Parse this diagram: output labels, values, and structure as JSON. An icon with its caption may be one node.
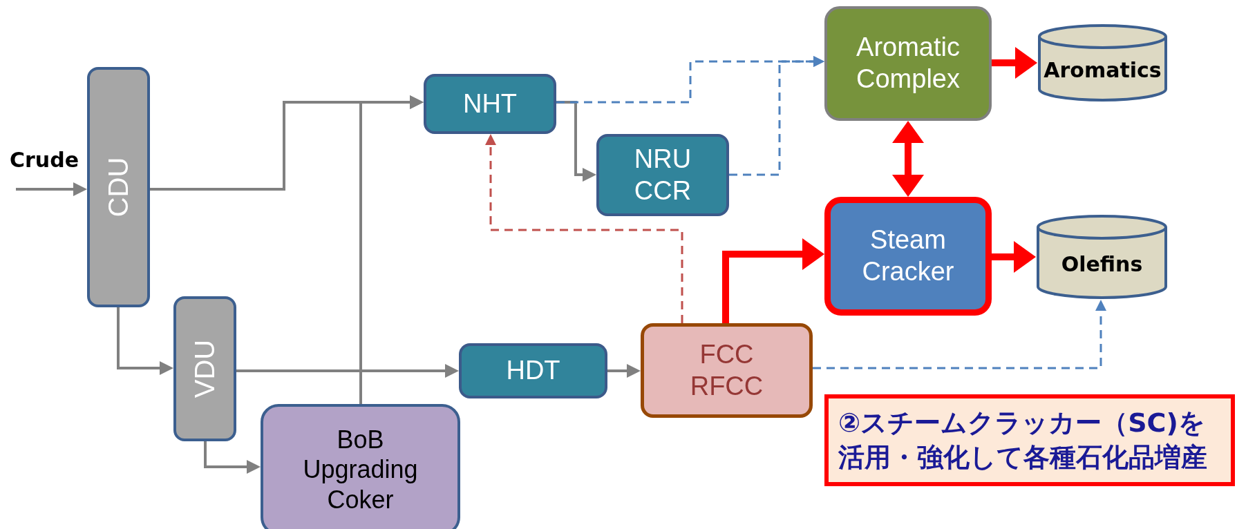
{
  "diagram": {
    "nodes": [
      {
        "text": [
          "CDU"
        ]
      },
      {
        "text": [
          "VDU"
        ]
      },
      {
        "text": [
          "NHT"
        ]
      },
      {
        "text": [
          "NRU CCR"
        ]
      },
      {
        "text": [
          "Aromatic Complex"
        ]
      },
      {
        "text": [
          "Aromatics"
        ]
      },
      {
        "text": [
          "Steam Cracker"
        ]
      },
      {
        "text": [
          "Olefins"
        ]
      },
      {
        "text": [
          "HDT"
        ]
      },
      {
        "text": [
          "FCC RFCC"
        ]
      },
      {
        "text": [
          "BoB Upgrading Coker"
        ]
      },
      {
        "text": [
          "②スチームクラッカー（SC)を活用・強化して各種石化品増産"
        ]
      }
    ],
    "edges": [
      {
        "from": null,
        "to": 0,
        "arrow": "to",
        "label": "Crude"
      },
      {
        "from": 0,
        "to": 2,
        "arrow": "to"
      },
      {
        "from": 10,
        "to": 2,
        "arrow": "to"
      },
      {
        "from": 0,
        "to": 1,
        "arrow": "to"
      },
      {
        "from": 1,
        "to": 8,
        "arrow": "to"
      },
      {
        "from": 1,
        "to": 10,
        "arrow": "to"
      },
      {
        "from": 8,
        "to": 9,
        "arrow": "to"
      },
      {
        "from": 2,
        "to": 3,
        "arrow": "to"
      },
      {
        "from": 2,
        "to": 4,
        "arrow": "to",
        "style": "dashed",
        "color": "#4f81bd"
      },
      {
        "from": 3,
        "to": 4,
        "arrow": "to",
        "style": "dashed",
        "color": "#4f81bd"
      },
      {
        "from": 9,
        "to": 2,
        "arrow": "to",
        "style": "dashed",
        "color": "#c0504d"
      },
      {
        "from": 9,
        "to": 6,
        "arrow": "to",
        "style": "thick",
        "color": "#ff0000"
      },
      {
        "from": 4,
        "to": 6,
        "arrow": "both",
        "style": "thick",
        "color": "#ff0000"
      },
      {
        "from": 4,
        "to": 5,
        "arrow": "to",
        "style": "thick",
        "color": "#ff0000"
      },
      {
        "from": 6,
        "to": 7,
        "arrow": "to",
        "style": "thick",
        "color": "#ff0000"
      },
      {
        "from": 9,
        "to": 7,
        "arrow": "to",
        "style": "dashed",
        "color": "#4f81bd"
      }
    ]
  }
}
